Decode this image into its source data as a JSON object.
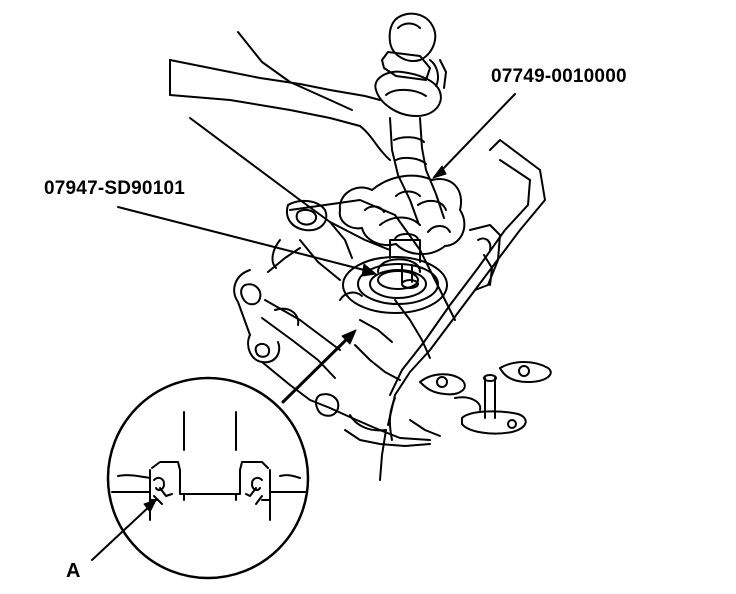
{
  "labels": {
    "tool_driver_handle": "07749-0010000",
    "tool_attachment": "07947-SD90101",
    "detail_a": "A"
  },
  "colors": {
    "line": "#000000",
    "background": "#ffffff"
  },
  "icons": {
    "hammer": "hammer-icon",
    "detail_magnifier": "magnifier-circle-icon"
  }
}
